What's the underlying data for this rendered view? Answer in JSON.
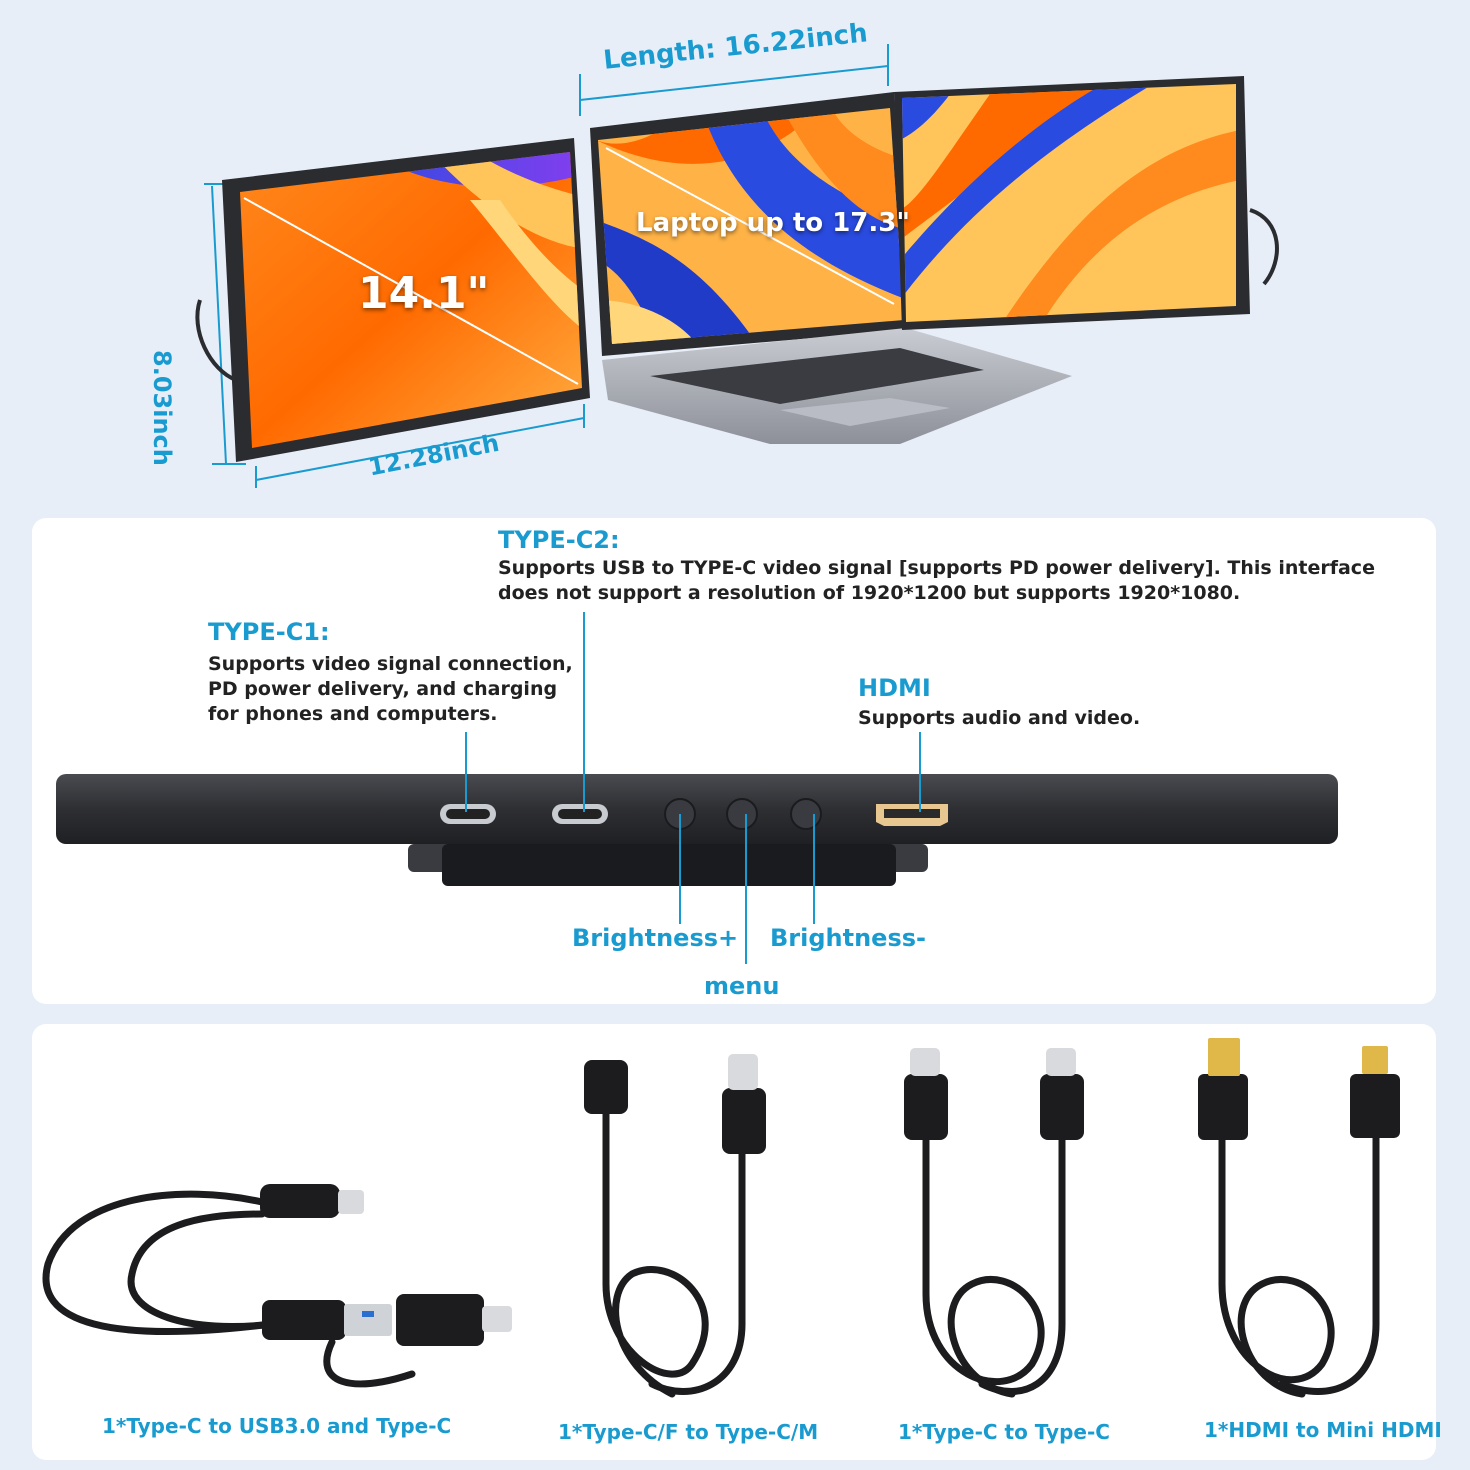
{
  "hero": {
    "length_label": "Length: 16.22inch",
    "height_label": "8.03inch",
    "width_label": "12.28inch",
    "screen_size_label": "14.1\"",
    "laptop_label": "Laptop up to 17.3\""
  },
  "ports": {
    "type_c2": {
      "title": "TYPE-C2:",
      "desc_line1": "Supports USB to TYPE-C video signal [supports PD power delivery]. This interface",
      "desc_line2": "does not support a resolution of 1920*1200 but supports 1920*1080."
    },
    "type_c1": {
      "title": "TYPE-C1:",
      "desc_line1": "Supports video signal connection,",
      "desc_line2": "PD power delivery, and charging",
      "desc_line3": "for phones and computers."
    },
    "hdmi": {
      "title": "HDMI",
      "desc": "Supports audio and video."
    },
    "buttons": {
      "brightness_up": "Brightness+",
      "menu": "menu",
      "brightness_down": "Brightness-"
    }
  },
  "cables": [
    {
      "label": "1*Type-C to USB3.0 and Type-C"
    },
    {
      "label": "1*Type-C/F to Type-C/M"
    },
    {
      "label": "1*Type-C to Type-C"
    },
    {
      "label": "1*HDMI to Mini HDMI"
    }
  ],
  "colors": {
    "accent": "#1a9bd0",
    "background": "#e7eef8",
    "text": "#222222"
  }
}
